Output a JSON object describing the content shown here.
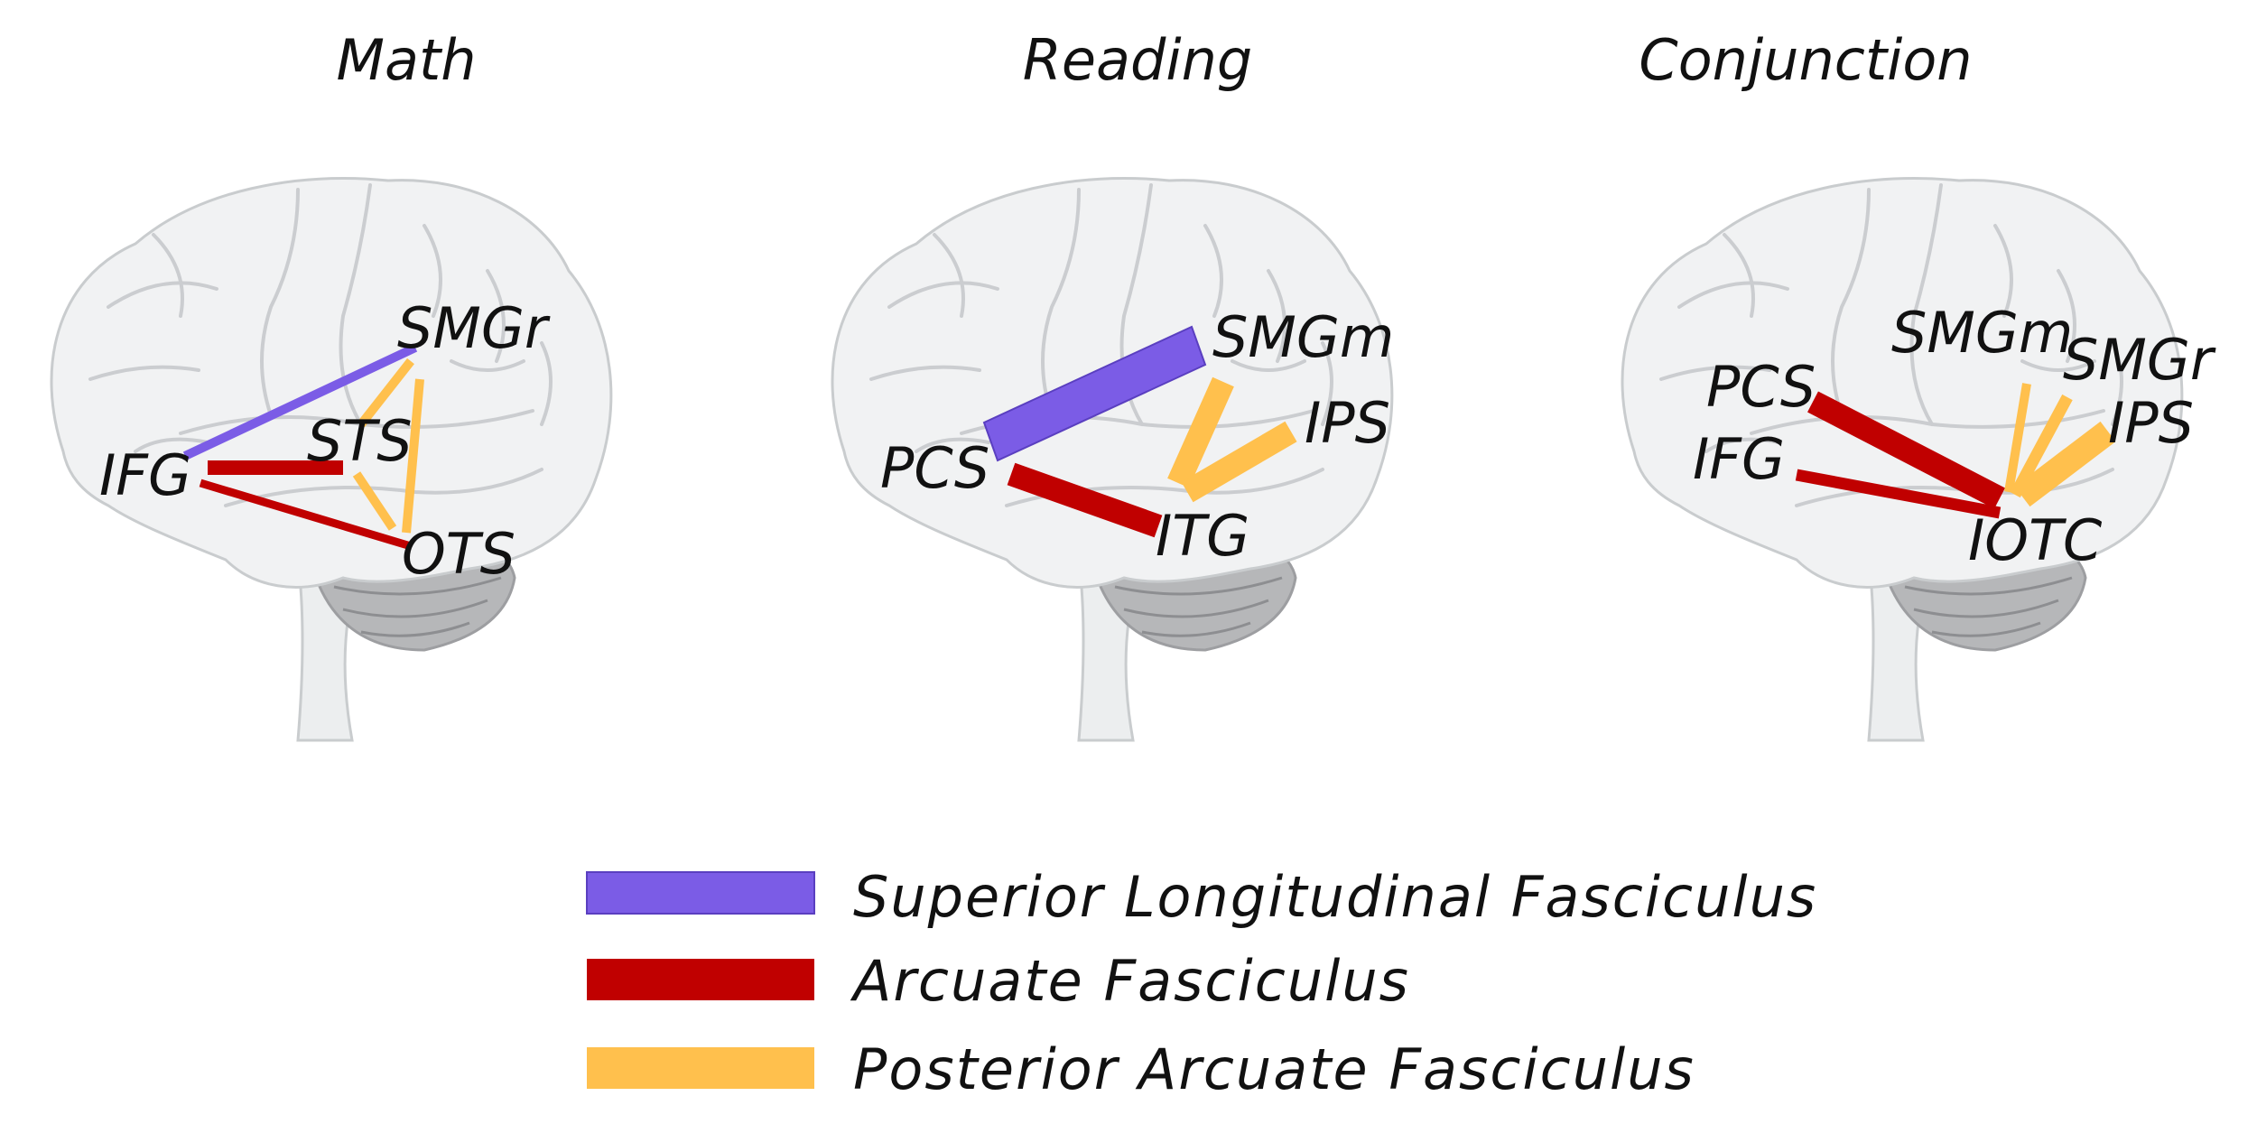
{
  "colors": {
    "slf": "#7b5ce6",
    "af": "#c00000",
    "paf": "#ffc04d"
  },
  "legend": [
    {
      "key": "slf",
      "label": "Superior Longitudinal Fasciculus"
    },
    {
      "key": "af",
      "label": "Arcuate Fasciculus"
    },
    {
      "key": "paf",
      "label": "Posterior Arcuate Fasciculus"
    }
  ],
  "panels": [
    {
      "title": "Math",
      "regions": [
        "SMGr",
        "STS",
        "IFG",
        "OTS"
      ],
      "connections": [
        {
          "tract": "slf",
          "from": "IFG",
          "to": "SMGr"
        },
        {
          "tract": "af",
          "from": "IFG",
          "to": "STS"
        },
        {
          "tract": "af",
          "from": "IFG",
          "to": "OTS"
        },
        {
          "tract": "paf",
          "from": "SMGr",
          "to": "OTS"
        },
        {
          "tract": "paf",
          "from": "STS",
          "to": "OTS"
        }
      ]
    },
    {
      "title": "Reading",
      "regions": [
        "SMGm",
        "IPS",
        "PCS",
        "ITG"
      ],
      "connections": [
        {
          "tract": "slf",
          "from": "PCS",
          "to": "SMGm"
        },
        {
          "tract": "af",
          "from": "PCS",
          "to": "ITG"
        },
        {
          "tract": "paf",
          "from": "SMGm",
          "to": "ITG"
        },
        {
          "tract": "paf",
          "from": "IPS",
          "to": "ITG"
        }
      ]
    },
    {
      "title": "Conjunction",
      "regions": [
        "SMGm",
        "SMGr",
        "PCS",
        "IPS",
        "IFG",
        "IOTC"
      ],
      "connections": [
        {
          "tract": "af",
          "from": "PCS",
          "to": "IOTC"
        },
        {
          "tract": "af",
          "from": "IFG",
          "to": "IOTC"
        },
        {
          "tract": "paf",
          "from": "SMGm",
          "to": "IOTC"
        },
        {
          "tract": "paf",
          "from": "SMGr",
          "to": "IOTC"
        },
        {
          "tract": "paf",
          "from": "IPS",
          "to": "IOTC"
        }
      ]
    }
  ]
}
